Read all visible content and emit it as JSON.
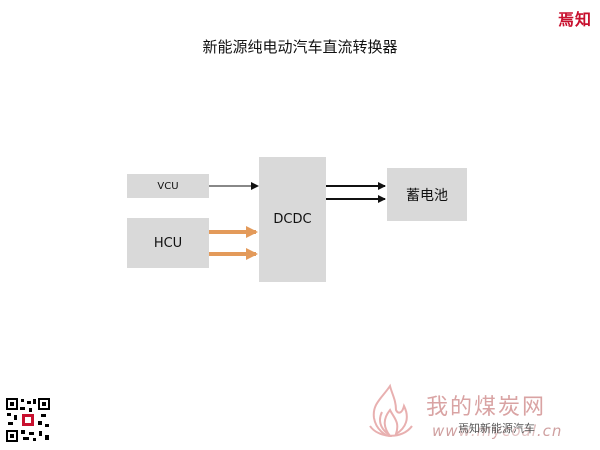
{
  "brand": "焉知",
  "title": "新能源纯电动汽车直流转换器",
  "diagram": {
    "vcu": "VCU",
    "hcu": "HCU",
    "dcdc": "DCDC",
    "battery": "蓄电池"
  },
  "watermark": {
    "site": "我的煤炭网",
    "url": "www.mycoal.cn",
    "account": "焉知新能源汽车"
  },
  "colors": {
    "box": "#d9d9d9",
    "orange_arrow": "#e39a5a",
    "brand_red": "#c8102e"
  }
}
